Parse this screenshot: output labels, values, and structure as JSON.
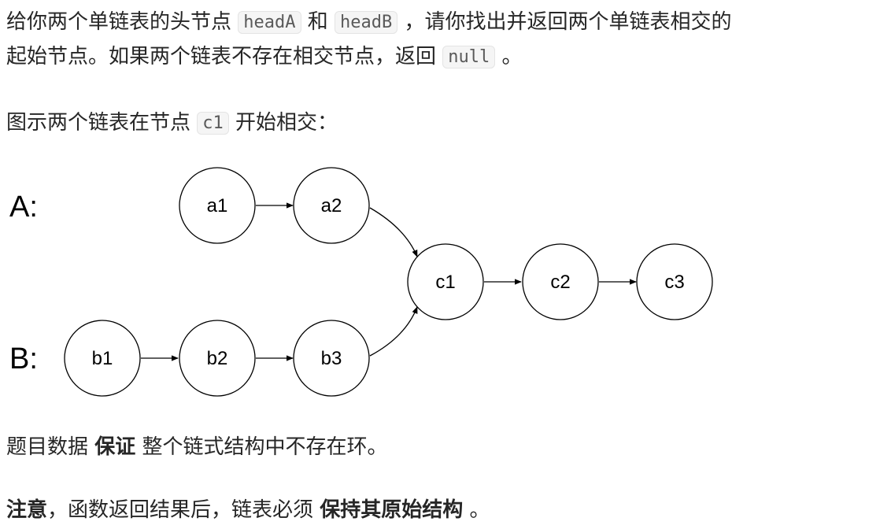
{
  "para1": {
    "line1_a": "给你两个单链表的头节点 ",
    "code_headA": "headA",
    "line1_b": " 和 ",
    "code_headB": "headB",
    "line1_c": " ，请你找出并返回两个单链表相交的",
    "line2_a": "起始节点。如果两个链表不存在相交节点，返回 ",
    "code_null": "null",
    "line2_b": " 。"
  },
  "para2": {
    "text_a": "图示两个链表在节点 ",
    "code_c1": "c1",
    "text_b": " 开始相交："
  },
  "diagram": {
    "label_a": "A:",
    "label_b": "B:",
    "nodes": [
      "a1",
      "a2",
      "b1",
      "b2",
      "b3",
      "c1",
      "c2",
      "c3"
    ]
  },
  "para3": {
    "text_a": "题目数据 ",
    "bold": "保证",
    "text_b": " 整个链式结构中不存在环。"
  },
  "para4": {
    "bold_a": "注意",
    "text_a": "，函数返回结果后，链表必须 ",
    "bold_b": "保持其原始结构",
    "text_b": " 。"
  }
}
